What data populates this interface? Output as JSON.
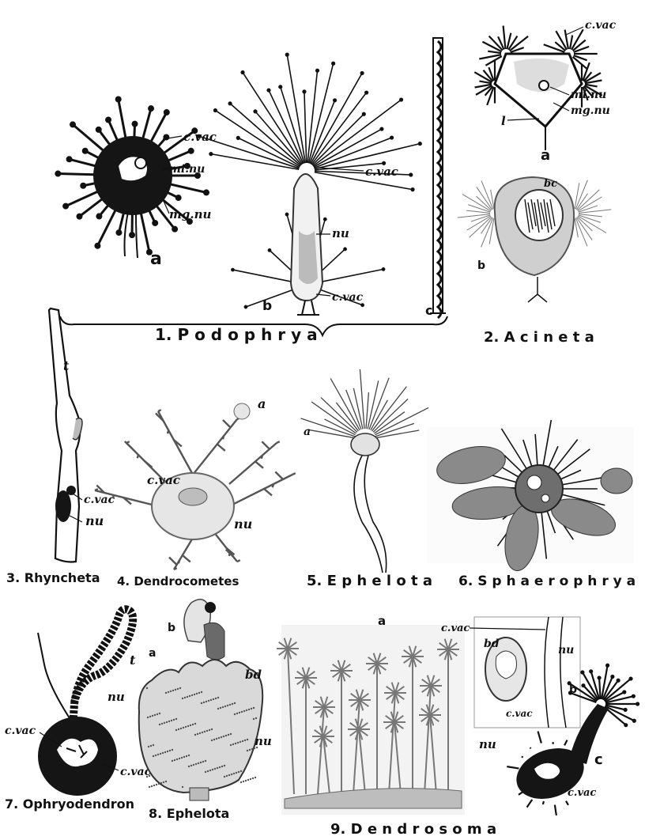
{
  "captions": {
    "fig1": "1. P o d o p h r y a",
    "fig2": "2. A c i n e t a",
    "fig3": "3. Rhyncheta",
    "fig4": "4. Dendrocometes",
    "fig5": "5. E p h e l o t a",
    "fig6": "6. S p h a e r o p h r y a",
    "fig7": "7. Ophryodendron",
    "fig8": "8. Ephelota",
    "fig9": "9. D e n d r o s o m a"
  },
  "labels": {
    "fig1": {
      "a": "a",
      "b": "b",
      "c": "c",
      "c_vac_1": "c.vac",
      "mi_nu": "mi.nu",
      "mg_nu": "mg.nu",
      "c_vac_2": "c.vac",
      "nu": "nu",
      "c_vac_3": "c.vac"
    },
    "fig2": {
      "c_vac": "c.vac",
      "mi_nu": "mi.nu",
      "mg_nu": "mg.nu",
      "l": "l",
      "a": "a",
      "bc": "bc",
      "b": "b"
    },
    "fig3": {
      "t": "t",
      "c_vac": "c.vac",
      "nu": "nu"
    },
    "fig4": {
      "a": "a",
      "c_vac": "c.vac",
      "nu": "nu"
    },
    "fig5": {
      "a": "a"
    },
    "fig7": {
      "t": "t",
      "nu": "nu",
      "c_vac_1": "c.vac",
      "c_vac_2": "c.vac"
    },
    "fig8": {
      "a": "a",
      "b": "b",
      "bd": "bd",
      "nu": "nu"
    },
    "fig9": {
      "a": "a",
      "c_vac_1": "c.vac",
      "bd": "bd",
      "nu_1": "nu",
      "b": "b",
      "c_vac_2": "c.vac",
      "nu_2": "nu",
      "c": "c",
      "c_vac_3": "c.vac"
    }
  },
  "colors": {
    "ink": "#111111",
    "paper": "#ffffff",
    "shade": "#cfcfcf"
  }
}
